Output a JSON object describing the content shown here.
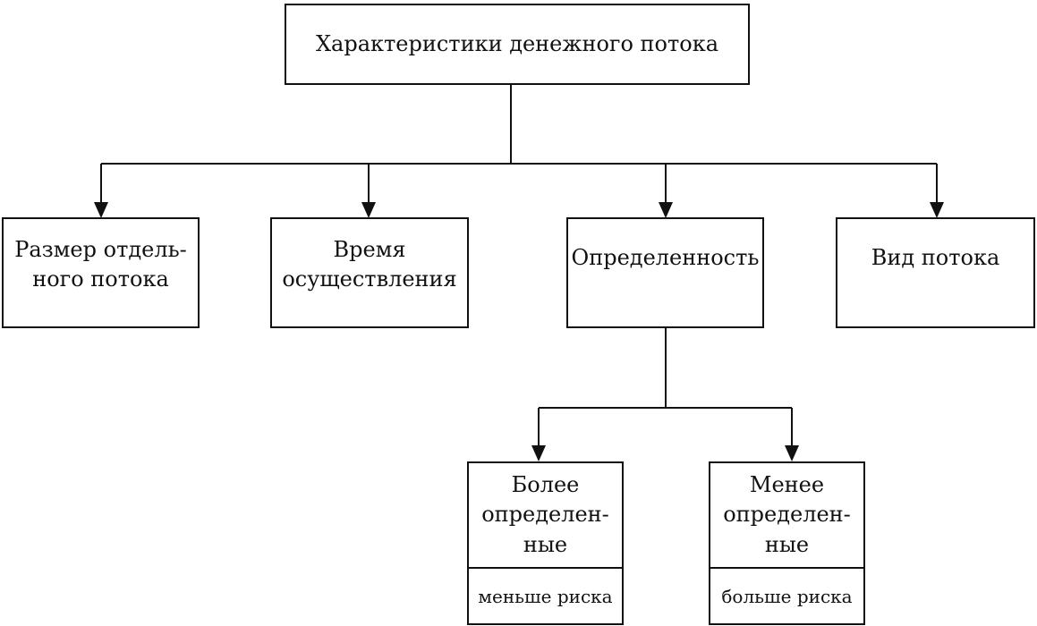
{
  "root": {
    "label": "Характеристики денежного потока"
  },
  "level1": [
    {
      "id": "size",
      "label": "Размер отдель-\nного потока"
    },
    {
      "id": "time",
      "label": "Время\nосуществления"
    },
    {
      "id": "certainty",
      "label": "Определенность"
    },
    {
      "id": "type",
      "label": "Вид потока"
    }
  ],
  "level2": [
    {
      "id": "more",
      "label": "Более\nопределен-\nные",
      "note": "меньше риска"
    },
    {
      "id": "less",
      "label": "Менее\nопределен-\nные",
      "note": "больше риска"
    }
  ],
  "colors": {
    "line": "#111111",
    "background": "#ffffff"
  }
}
